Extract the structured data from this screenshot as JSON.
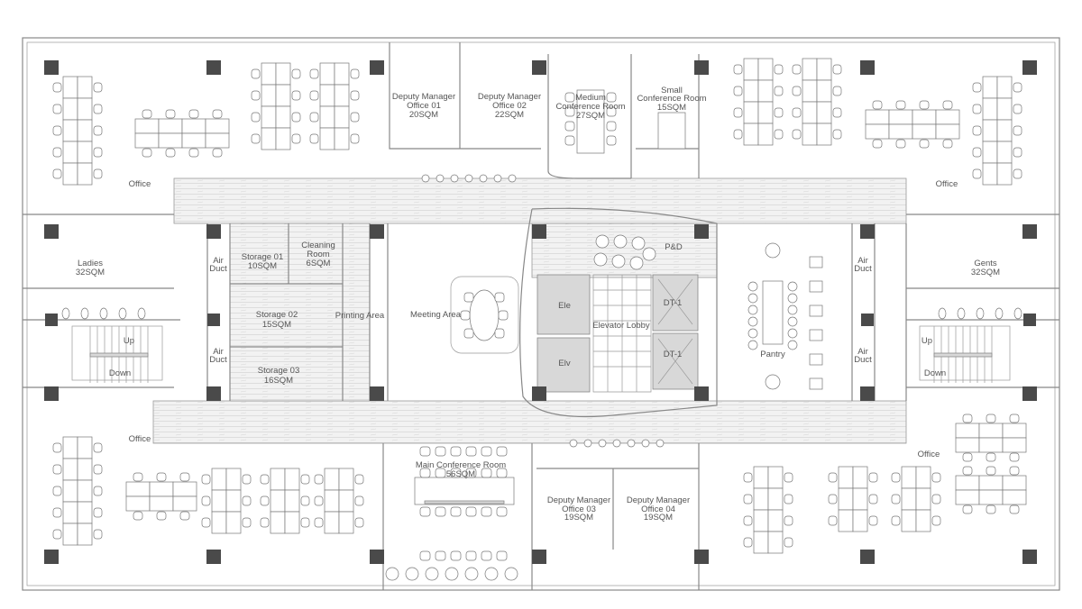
{
  "plan": {
    "offices": [
      "Office",
      "Office",
      "Office",
      "Office"
    ],
    "ladies": {
      "name": "Ladies",
      "area": "32SQM"
    },
    "gents": {
      "name": "Gents",
      "area": "32SQM"
    },
    "stairs_left": {
      "up": "Up",
      "down": "Down"
    },
    "stairs_right": {
      "up": "Up",
      "down": "Down"
    },
    "air_duct": [
      "Air",
      "Duct"
    ],
    "storage_01": {
      "name": "Storage 01",
      "area": "10SQM"
    },
    "cleaning_room": {
      "line1": "Cleaning",
      "line2": "Room",
      "area": "6SQM"
    },
    "storage_02": {
      "name": "Storage 02",
      "area": "15SQM"
    },
    "storage_03": {
      "name": "Storage 03",
      "area": "16SQM"
    },
    "printing_area": "Printing Area",
    "meeting_area": "Meeting Area",
    "ele": "Ele",
    "elv": "Elv",
    "elevator_lobby": "Elevator Lobby",
    "dt1": "DT-1",
    "pd": "P&D",
    "pantry": "Pantry",
    "dm_office_01": {
      "line1": "Deputy Manager",
      "line2": "Office 01",
      "area": "20SQM"
    },
    "dm_office_02": {
      "line1": "Deputy Manager",
      "line2": "Office 02",
      "area": "22SQM"
    },
    "dm_office_03": {
      "line1": "Deputy Manager",
      "line2": "Office 03",
      "area": "19SQM"
    },
    "dm_office_04": {
      "line1": "Deputy Manager",
      "line2": "Office 04",
      "area": "19SQM"
    },
    "medium_conference": {
      "line1": "Medium",
      "line2": "Conference Room",
      "area": "27SQM"
    },
    "small_conference": {
      "line1": "Small",
      "line2": "Conference Room",
      "area": "15SQM"
    },
    "main_conference": {
      "name": "Main Conference Room",
      "area": "56SQM"
    }
  }
}
